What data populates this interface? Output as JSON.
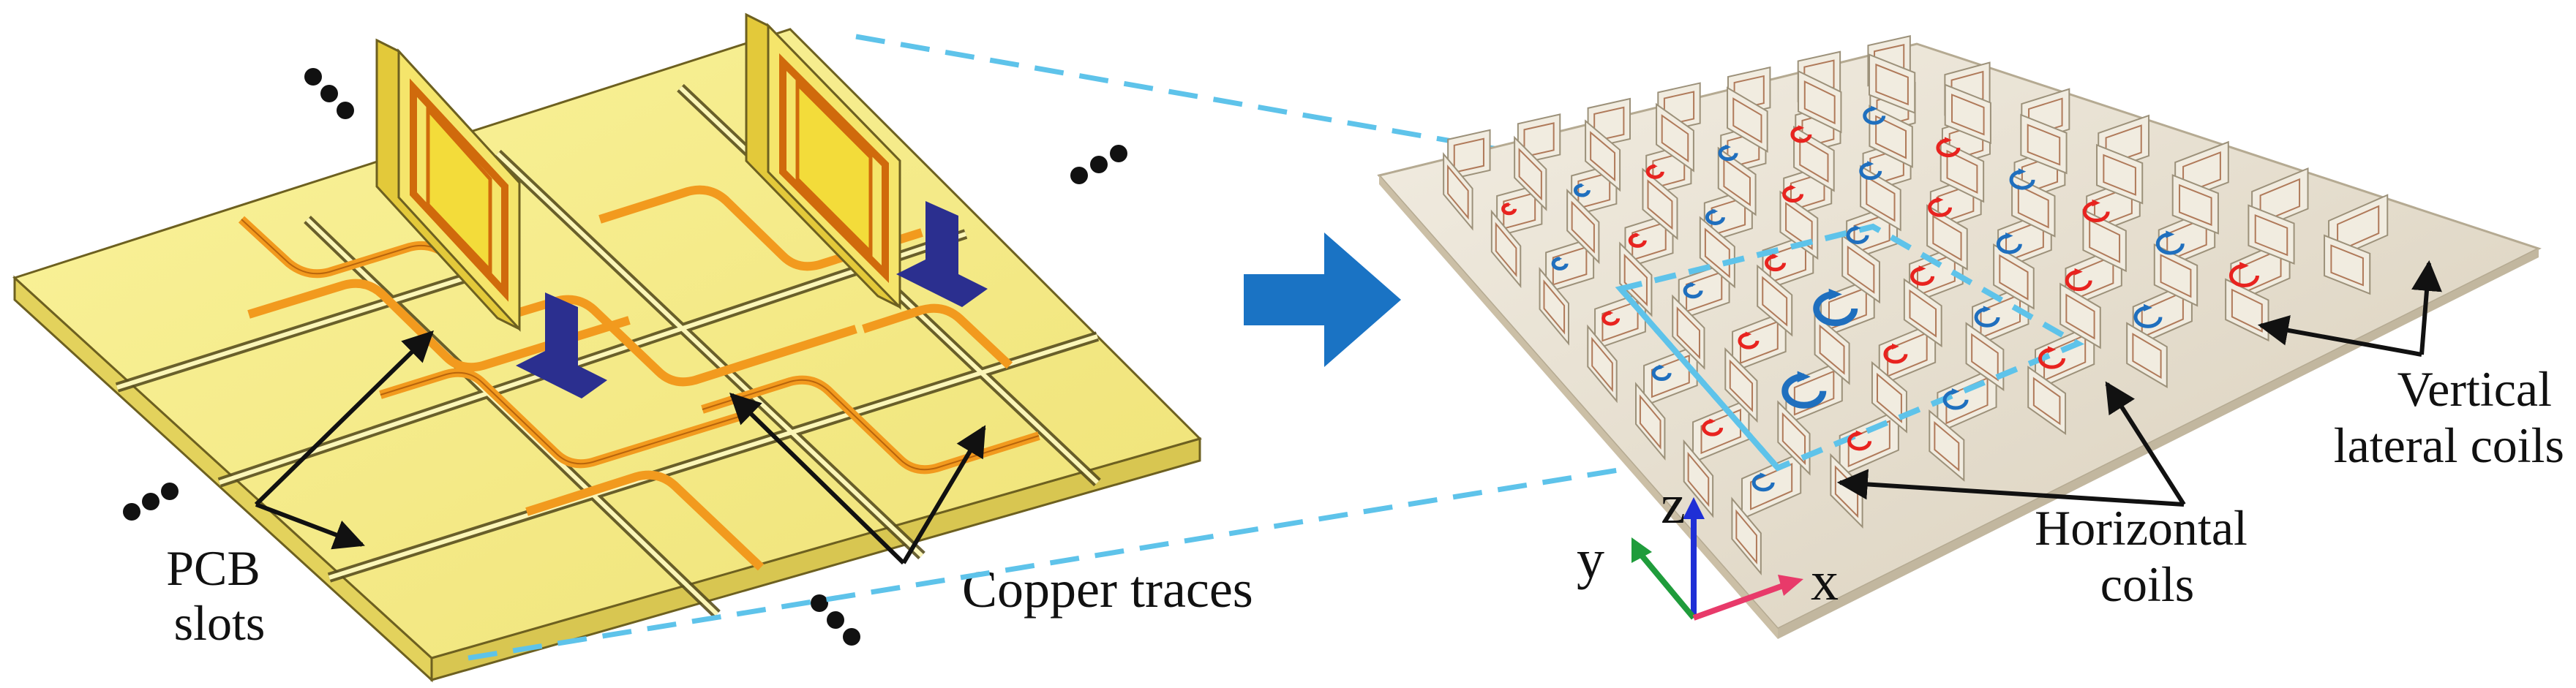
{
  "labels": {
    "pcb_slots": [
      "PCB",
      "slots"
    ],
    "copper_traces": "Copper traces",
    "horizontal_coils": [
      "Horizontal",
      "coils"
    ],
    "vertical_lateral_coils": [
      "Vertical",
      "lateral coils"
    ]
  },
  "axes": {
    "x": "x",
    "y": "y",
    "z": "z"
  },
  "icons": {
    "continuation": "ellipsis-dots-icon",
    "transition": "right-arrow-icon",
    "coil_current": "circular-arrow-icon"
  },
  "colors": {
    "pcb_top": "#f6ee8a",
    "pcb_side": "#e3d25c",
    "copper": "#f29a1e",
    "copper_edge": "#b8650c",
    "press_arrow": "#2b2f8f",
    "transition_arrow": "#1a73c4",
    "zoom_dash": "#5ec3ea",
    "coil_red": "#e8231f",
    "coil_blue": "#1f6fbe",
    "axis_x": "#e83a6a",
    "axis_y": "#1f9c3b",
    "axis_z": "#1f2fd6",
    "plate": "#e9e2d3",
    "wall": "#f1ece0"
  }
}
